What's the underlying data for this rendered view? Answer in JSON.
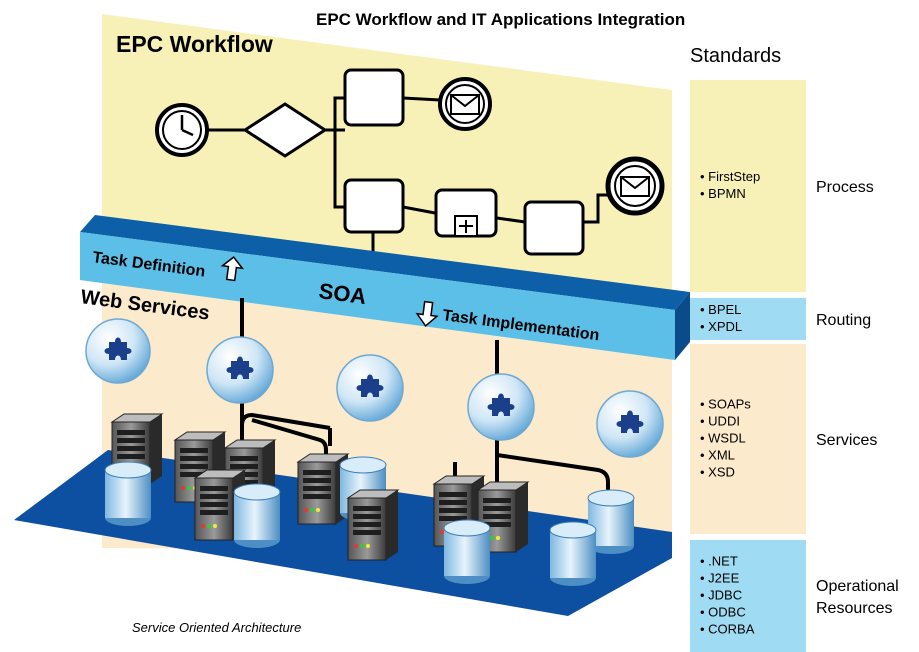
{
  "title": "EPC Workflow and IT Applications Integration",
  "caption": "Service Oriented Architecture",
  "diagram": {
    "epc_label": "EPC Workflow",
    "web_services_label": "Web Services",
    "soa_label": "SOA",
    "task_definition": "Task Definition",
    "task_implementation": "Task Implementation"
  },
  "standards": {
    "heading": "Standards",
    "rows": [
      {
        "label": "Process",
        "items": [
          "FirstStep",
          "BPMN"
        ],
        "color": "#f7f1b8"
      },
      {
        "label": "Routing",
        "items": [
          "BPEL",
          "XPDL"
        ],
        "color": "#9fdcf3"
      },
      {
        "label": "Services",
        "items": [
          "SOAPs",
          "UDDI",
          "WSDL",
          "XML",
          "XSD"
        ],
        "color": "#fbeacb"
      },
      {
        "label": "Operational Resources",
        "label_lines": [
          "Operational",
          "Resources"
        ],
        "items": [
          ".NET",
          "J2EE",
          "JDBC",
          "ODBC",
          "CORBA"
        ],
        "color": "#9fdcf3"
      }
    ]
  },
  "colors": {
    "epc_panel": "#f7f1b8",
    "services_panel": "#fbeacb",
    "soa_beam_face": "#5bbfe8",
    "soa_beam_top": "#0d60a8",
    "floor": "#0d4fa0",
    "puzzle": "#1c3f8c"
  }
}
